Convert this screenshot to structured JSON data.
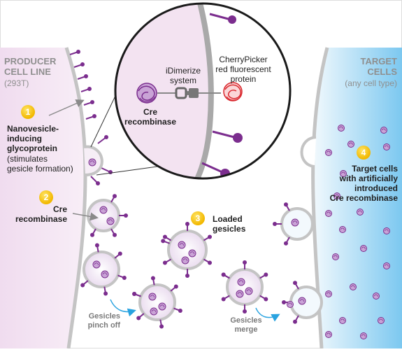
{
  "producer": {
    "title_line1": "PRODUCER",
    "title_line2": "CELL LINE",
    "subtitle": "(293T)"
  },
  "target": {
    "title_line1": "TARGET",
    "title_line2": "CELLS",
    "subtitle": "(any cell type)"
  },
  "inset": {
    "idimerize_line1": "iDimerize",
    "idimerize_line2": "system",
    "cherrypicker_line1": "CherryPicker",
    "cherrypicker_line2": "red fluorescent",
    "cherrypicker_line3": "protein",
    "cre_line1": "Cre",
    "cre_line2": "recombinase"
  },
  "steps": [
    {
      "number": "1",
      "line1": "Nanovesicle-",
      "line2": "inducing",
      "line3": "glycoprotein",
      "line4": "(stimulates",
      "line5": "gesicle formation)"
    },
    {
      "number": "2",
      "line1": "Cre",
      "line2": "recombinase"
    },
    {
      "number": "3",
      "line1": "Loaded",
      "line2": "gesicles"
    },
    {
      "number": "4",
      "line1": "Target cells",
      "line2": "with artificially",
      "line3": "introduced",
      "line4": "Cre recombinase"
    }
  ],
  "notes": {
    "pinch_line1": "Gesicles",
    "pinch_line2": "pinch off",
    "merge_line1": "Gesicles",
    "merge_line2": "merge"
  },
  "colors": {
    "membrane": "#c8c8c8",
    "purple": "#7b2d8e",
    "lavender": "#c9a3d6",
    "target_blue": "#6ec3ef",
    "badge_yellow": "#f5c400",
    "red": "#d9262c",
    "arrow_blue": "#29a3e0"
  }
}
